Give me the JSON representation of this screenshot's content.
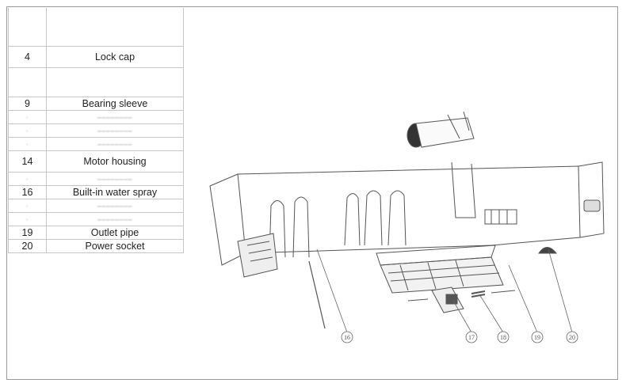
{
  "parts_table": {
    "rows": [
      {
        "num": "",
        "label": "",
        "legible": false,
        "style": "gap"
      },
      {
        "num": "",
        "label": "",
        "legible": false,
        "style": "gap"
      },
      {
        "num": "",
        "label": "",
        "legible": false,
        "style": "gap"
      },
      {
        "num": "",
        "label": "",
        "legible": false,
        "style": "gap"
      },
      {
        "num": "4",
        "label": "Lock cap",
        "legible": true,
        "style": "tall"
      },
      {
        "num": "",
        "label": "",
        "legible": false,
        "style": "gap"
      },
      {
        "num": "",
        "label": "",
        "legible": false,
        "style": "gap"
      },
      {
        "num": "",
        "label": "",
        "legible": false,
        "style": "gap"
      },
      {
        "num": "9",
        "label": "Bearing sleeve",
        "legible": true,
        "style": "normal"
      },
      {
        "num": "",
        "label": "",
        "legible": false,
        "style": "normal"
      },
      {
        "num": "",
        "label": "",
        "legible": false,
        "style": "normal"
      },
      {
        "num": "",
        "label": "",
        "legible": false,
        "style": "normal"
      },
      {
        "num": "14",
        "label": "Motor housing",
        "legible": true,
        "style": "tall"
      },
      {
        "num": "",
        "label": "",
        "legible": false,
        "style": "normal"
      },
      {
        "num": "16",
        "label": "Built-in water spray",
        "legible": true,
        "style": "normal"
      },
      {
        "num": "",
        "label": "",
        "legible": false,
        "style": "normal"
      },
      {
        "num": "",
        "label": "",
        "legible": false,
        "style": "normal"
      },
      {
        "num": "19",
        "label": "Outlet pipe",
        "legible": true,
        "style": "normal"
      },
      {
        "num": "20",
        "label": "Power socket",
        "legible": true,
        "style": "normal"
      }
    ]
  },
  "callouts": [
    "16",
    "17",
    "18",
    "19",
    "20"
  ]
}
